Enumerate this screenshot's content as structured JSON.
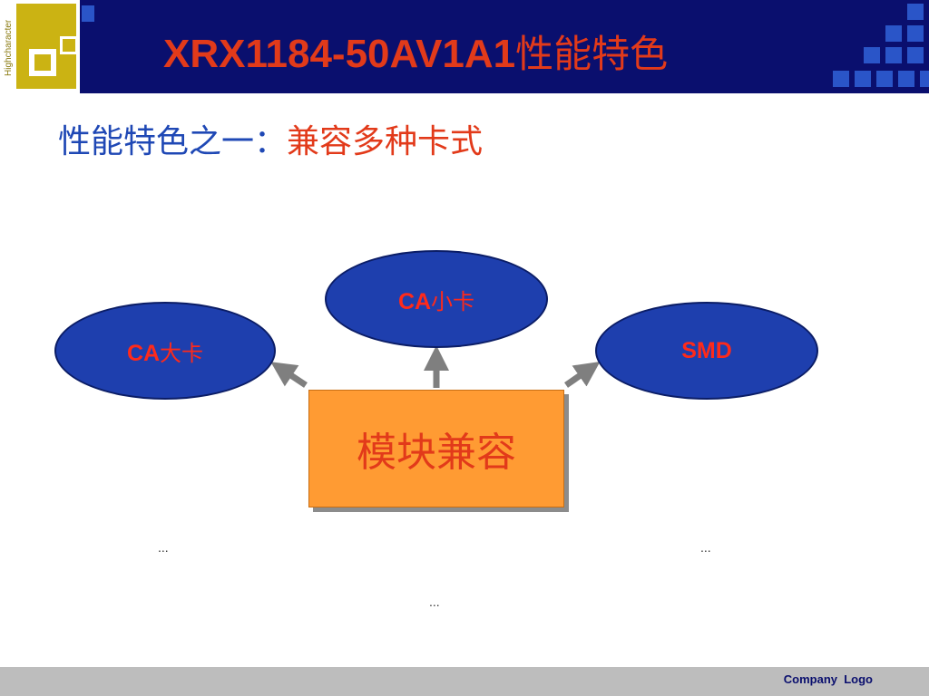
{
  "brand": {
    "vertical_text": "Highcharacter",
    "logo_color": "#cbb313"
  },
  "header": {
    "title_model": "XRX1184-50AV1A1",
    "title_suffix": "性能特色",
    "background_color": "#0a0f6e",
    "title_color": "#e23a1a"
  },
  "subtitle": {
    "prefix": "性能特色之一：",
    "emphasis": "兼容多种卡式"
  },
  "diagram": {
    "nodes": [
      {
        "id": "ca-small",
        "label_latin": "CA",
        "label_cjk": "小卡"
      },
      {
        "id": "ca-large",
        "label_latin": "CA",
        "label_cjk": "大卡"
      },
      {
        "id": "smd",
        "label_latin": "SMD",
        "label_cjk": ""
      }
    ],
    "center_label": "模块兼容",
    "ellipsis": [
      "...",
      "...",
      "..."
    ],
    "node_fill": "#1e3fae",
    "center_fill": "#ff9b33",
    "label_color": "#ff2a1a",
    "arrow_color": "#7f7f7f"
  },
  "footer": {
    "text": "Company  Logo"
  }
}
